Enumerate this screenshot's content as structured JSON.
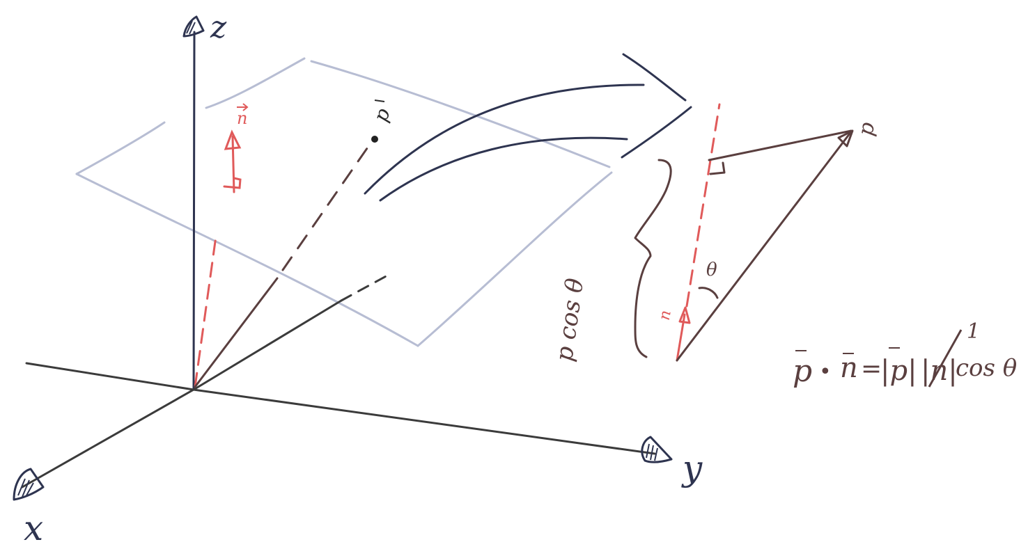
{
  "axes": {
    "z_label": "z",
    "y_label": "y",
    "x_label": "x"
  },
  "vectors": {
    "n_label_plane": "n",
    "p_label_plane": "p",
    "p_label_detail": "p",
    "n_label_detail": "n"
  },
  "annotations": {
    "projection_p": "p",
    "projection_rest": "cos θ",
    "angle": "θ",
    "equation_p": "p",
    "equation_dot": "•",
    "equation_n": "n",
    "equation_eq": "=",
    "equation_mag_p": "|p|",
    "equation_mag_n": "|n|",
    "equation_cos": "cos θ",
    "equation_one": "1"
  },
  "colors": {
    "axis": "#2e3450",
    "vector": "#5a3f3f",
    "normal": "#e05a5a",
    "plane": "#b7bdd3"
  }
}
